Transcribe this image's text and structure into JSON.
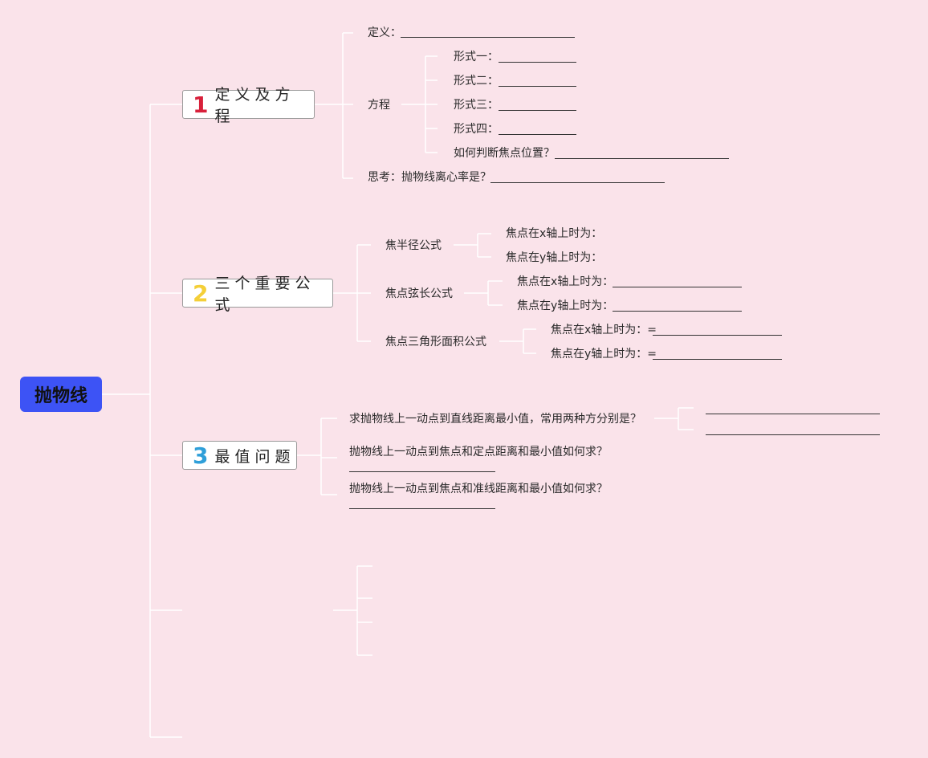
{
  "root": {
    "label": "抛物线",
    "color": "#3d53f5"
  },
  "b1": {
    "num": "1",
    "title": "定义及方程",
    "num_color": "#d8203a",
    "definition": "定义：",
    "equation": "方程",
    "forms": [
      "形式一：",
      "形式二：",
      "形式三：",
      "形式四："
    ],
    "focus_q": "如何判断焦点位置？",
    "think": "思考：抛物线离心率是？"
  },
  "b2": {
    "num": "2",
    "title": "三个重要公式",
    "num_color": "#f4cf38",
    "g1": {
      "title": "焦半径公式",
      "x": "焦点在x轴上时为：",
      "y": "焦点在y轴上时为："
    },
    "g2": {
      "title": "焦点弦长公式",
      "x": "焦点在x轴上时为：",
      "y": "焦点在y轴上时为："
    },
    "g3": {
      "title": "焦点三角形面积公式",
      "x": "焦点在x轴上时为：=",
      "y": "焦点在y轴上时为：="
    }
  },
  "b3": {
    "num": "3",
    "title": "最值问题",
    "num_color": "#2f9fd9",
    "q1": "求抛物线上一动点到直线距离最小值，常用两种方分别是？",
    "q2": "抛物线上一动点到焦点和定点距离和最小值如何求？",
    "q3": "抛物线上一动点到焦点和准线距离和最小值如何求？"
  }
}
